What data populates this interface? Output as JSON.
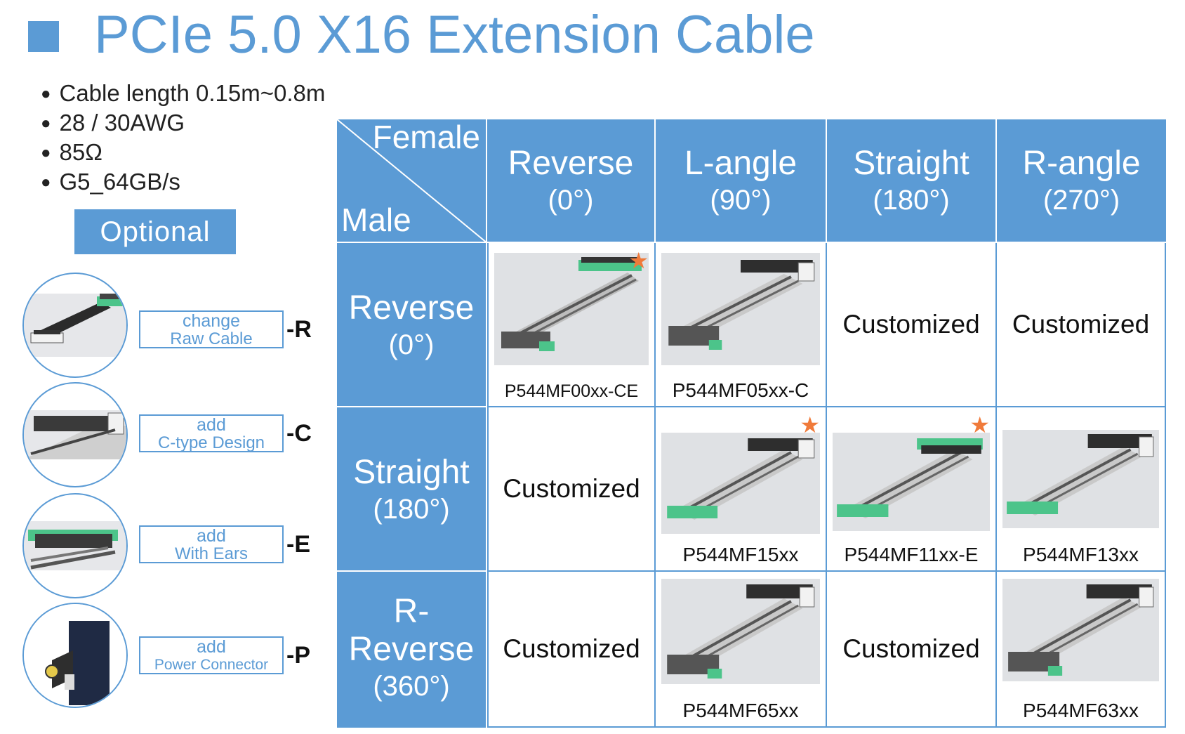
{
  "title": "PCIe 5.0 X16 Extension Cable",
  "specs": [
    "Cable length 0.15m~0.8m",
    "28 / 30AWG",
    "85Ω",
    "G5_64GB/s"
  ],
  "optional_label": "Optional",
  "options": [
    {
      "line1": "change",
      "line2": "Raw Cable",
      "suffix": "-R"
    },
    {
      "line1": "add",
      "line2": "C-type Design",
      "suffix": "-C"
    },
    {
      "line1": "add",
      "line2": "With Ears",
      "suffix": "-E"
    },
    {
      "line1": "add",
      "line2": "Power Connector",
      "suffix": "-P"
    }
  ],
  "table": {
    "corner_female": "Female",
    "corner_male": "Male",
    "columns": [
      {
        "name": "Reverse",
        "angle": "(0°)"
      },
      {
        "name": "L-angle",
        "angle": "(90°)"
      },
      {
        "name": "Straight",
        "angle": "(180°)"
      },
      {
        "name": "R-angle",
        "angle": "(270°)"
      }
    ],
    "rows": [
      {
        "name": "Reverse",
        "name2": "",
        "angle": "(0°)"
      },
      {
        "name": "Straight",
        "name2": "",
        "angle": "(180°)"
      },
      {
        "name": "R-",
        "name2": "Reverse",
        "angle": "(360°)"
      }
    ],
    "cells": [
      [
        {
          "type": "product",
          "part": "P544MF00xx-CE",
          "star": true
        },
        {
          "type": "product",
          "part": "P544MF05xx-C",
          "star": false
        },
        {
          "type": "text",
          "text": "Customized"
        },
        {
          "type": "text",
          "text": "Customized"
        }
      ],
      [
        {
          "type": "text",
          "text": "Customized"
        },
        {
          "type": "product",
          "part": "P544MF15xx",
          "star": true
        },
        {
          "type": "product",
          "part": "P544MF11xx-E",
          "star": true
        },
        {
          "type": "product",
          "part": "P544MF13xx",
          "star": false
        }
      ],
      [
        {
          "type": "text",
          "text": "Customized"
        },
        {
          "type": "product",
          "part": "P544MF65xx",
          "star": false
        },
        {
          "type": "text",
          "text": "Customized"
        },
        {
          "type": "product",
          "part": "P544MF63xx",
          "star": false
        }
      ]
    ],
    "star_glyph": "★"
  },
  "colors": {
    "accent": "#5b9bd5",
    "star": "#f07a3a",
    "connector_green": "#4cc48a"
  }
}
